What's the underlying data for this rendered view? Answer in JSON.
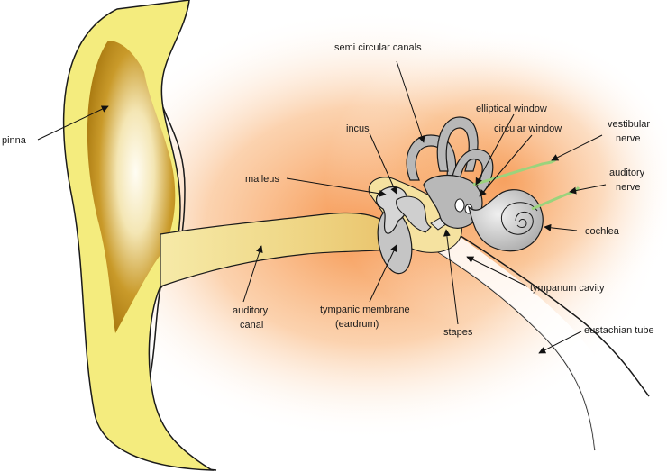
{
  "diagram": {
    "labels": {
      "pinna": "pinna",
      "semi_circular_canals": "semi circular canals",
      "elliptical_window": "elliptical window",
      "circular_window": "circular window",
      "vestibular_nerve_1": "vestibular",
      "vestibular_nerve_2": "nerve",
      "incus": "incus",
      "auditory_nerve_1": "auditory",
      "auditory_nerve_2": "nerve",
      "malleus": "malleus",
      "cochlea": "cochlea",
      "tympanum_cavity": "tympanum cavity",
      "tympanic_membrane_1": "tympanic membrane",
      "tympanic_membrane_2": "(eardrum)",
      "auditory_canal_1": "auditory",
      "auditory_canal_2": "canal",
      "stapes": "stapes",
      "eustachian_tube": "eustachian tube"
    },
    "colors": {
      "pinna_outer": "#f4ec7e",
      "pinna_inner": "#b98a1a",
      "canal": "#f3d98a",
      "glow": "#f7a35c",
      "bone": "#b8b8b8",
      "nerve": "#9bd37c",
      "outline": "#1a1a1a"
    }
  }
}
